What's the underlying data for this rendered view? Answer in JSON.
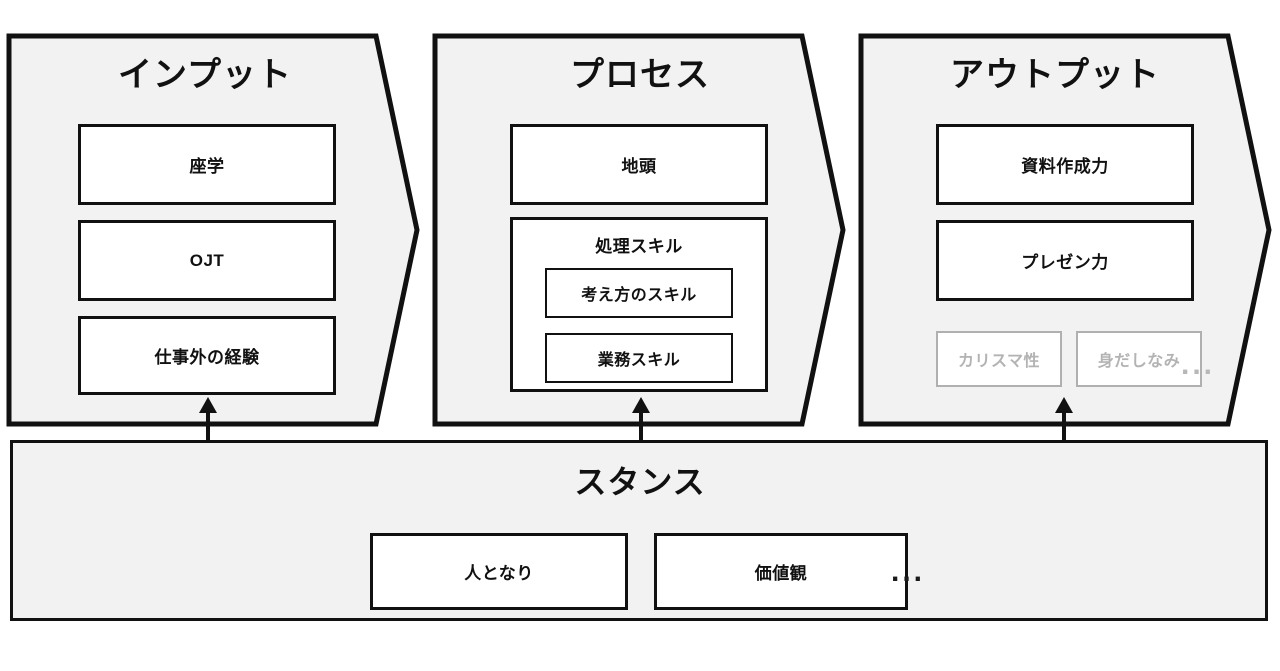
{
  "diagram": {
    "title_bar_colors": {
      "panel_fill": "#f2f2f2",
      "panel_stroke": "#111111",
      "box_fill": "#ffffff",
      "box_stroke": "#111111",
      "ghost_stroke": "#b0b0b0",
      "ghost_text": "#b3b3b3"
    },
    "panels": [
      {
        "id": "input",
        "title": "インプット",
        "items": [
          {
            "label": "座学"
          },
          {
            "label": "OJT"
          },
          {
            "label": "仕事外の経験"
          }
        ]
      },
      {
        "id": "process",
        "title": "プロセス",
        "items": [
          {
            "label": "地頭"
          }
        ],
        "group": {
          "label": "処理スキル",
          "items": [
            {
              "label": "考え方のスキル"
            },
            {
              "label": "業務スキル"
            }
          ]
        }
      },
      {
        "id": "output",
        "title": "アウトプット",
        "items": [
          {
            "label": "資料作成力"
          },
          {
            "label": "プレゼン力"
          }
        ],
        "ghost_items": [
          {
            "label": "カリスマ性"
          },
          {
            "label": "身だしなみ"
          }
        ],
        "ellipsis": "..."
      }
    ],
    "stance": {
      "title": "スタンス",
      "items": [
        {
          "label": "人となり"
        },
        {
          "label": "価値観"
        }
      ],
      "ellipsis": "..."
    },
    "connectors": [
      {
        "id": "input-stance",
        "type": "double-headed-arrow"
      },
      {
        "id": "process-stance",
        "type": "double-headed-arrow"
      },
      {
        "id": "output-stance",
        "type": "double-headed-arrow"
      }
    ]
  }
}
